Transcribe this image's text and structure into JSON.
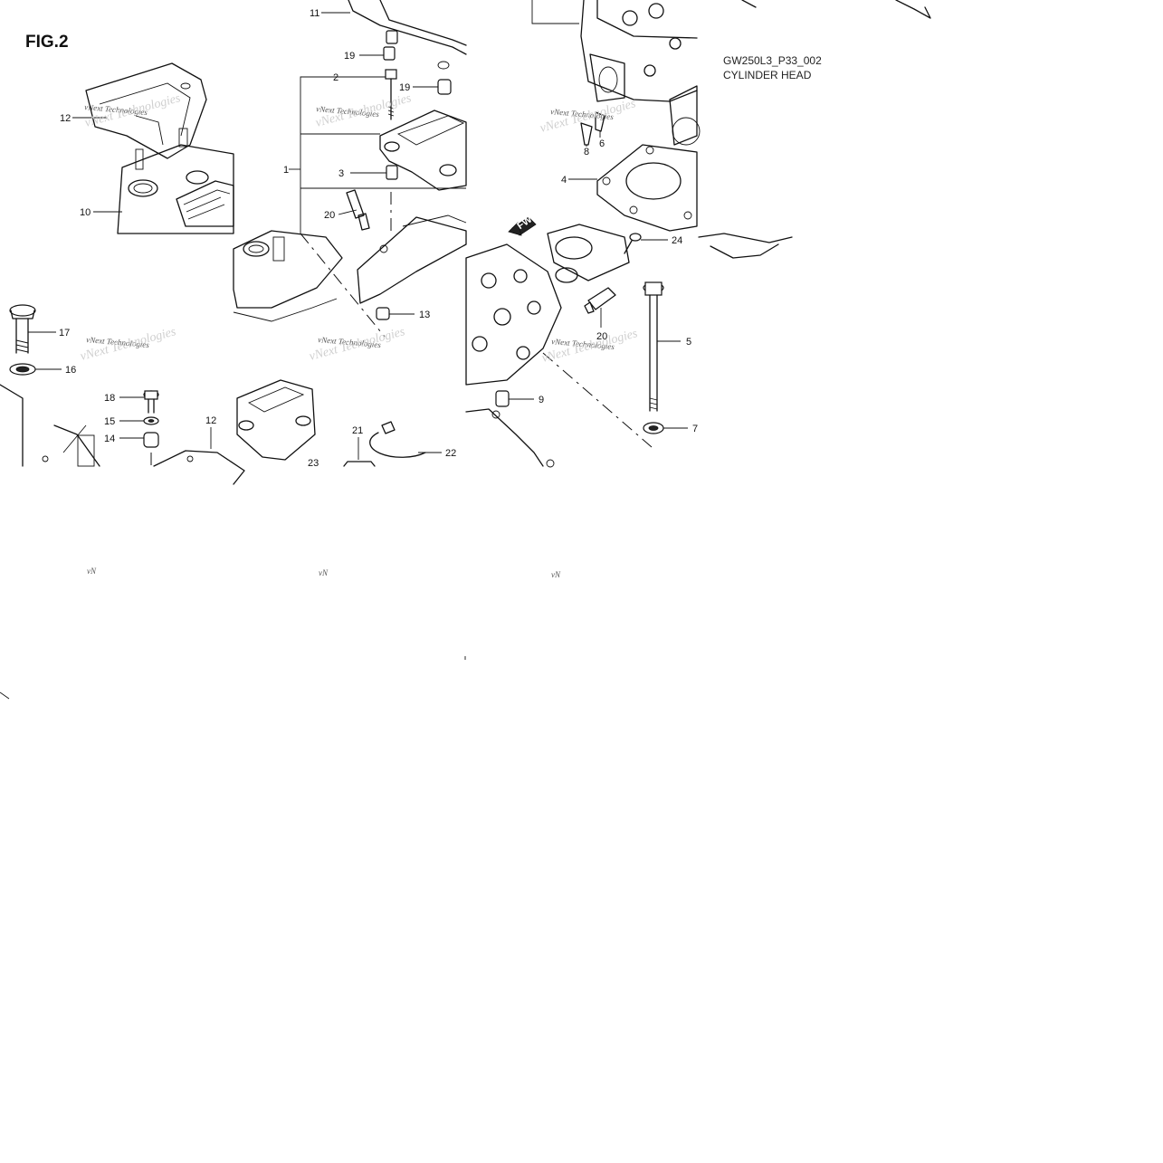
{
  "figure": {
    "title": "FIG.2",
    "code": "GW250L3_P33_002",
    "name": "CYLINDER HEAD"
  },
  "watermark": {
    "text": "vNext Technologies",
    "fragment": "vN"
  },
  "direction_marker": "FWD",
  "callouts": [
    {
      "id": "c1",
      "number": "1"
    },
    {
      "id": "c2",
      "number": "2"
    },
    {
      "id": "c3",
      "number": "3"
    },
    {
      "id": "c4",
      "number": "4"
    },
    {
      "id": "c5",
      "number": "5"
    },
    {
      "id": "c6",
      "number": "6"
    },
    {
      "id": "c7",
      "number": "7"
    },
    {
      "id": "c8",
      "number": "8"
    },
    {
      "id": "c9",
      "number": "9"
    },
    {
      "id": "c10",
      "number": "10"
    },
    {
      "id": "c11",
      "number": "11"
    },
    {
      "id": "c12a",
      "number": "12"
    },
    {
      "id": "c12b",
      "number": "12"
    },
    {
      "id": "c13",
      "number": "13"
    },
    {
      "id": "c14",
      "number": "14"
    },
    {
      "id": "c15",
      "number": "15"
    },
    {
      "id": "c16",
      "number": "16"
    },
    {
      "id": "c17",
      "number": "17"
    },
    {
      "id": "c18",
      "number": "18"
    },
    {
      "id": "c19a",
      "number": "19"
    },
    {
      "id": "c19b",
      "number": "19"
    },
    {
      "id": "c20a",
      "number": "20"
    },
    {
      "id": "c20b",
      "number": "20"
    },
    {
      "id": "c21",
      "number": "21"
    },
    {
      "id": "c22",
      "number": "22"
    },
    {
      "id": "c23",
      "number": "23"
    },
    {
      "id": "c24",
      "number": "24"
    }
  ]
}
